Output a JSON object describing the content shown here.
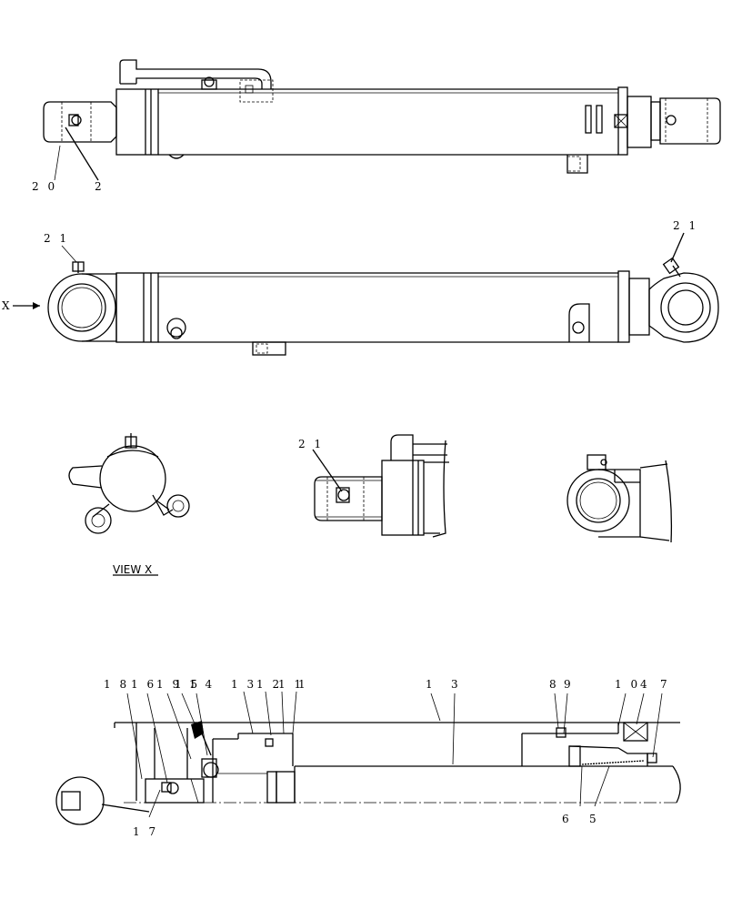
{
  "callouts": {
    "top_20": "2 0",
    "top_2": "2",
    "side_21_left": "2 1",
    "side_21_right": "2 1",
    "view_marker_x": "X",
    "detail_21": "2 1",
    "sec_18": "1 8",
    "sec_16": "1 6",
    "sec_19": "1 9",
    "sec_15": "1 5",
    "sec_14": "1 4",
    "sec_13": "1 3",
    "sec_12": "1 2",
    "sec_11": "1 1",
    "sec_1": "1",
    "sec_3": "3",
    "sec_8": "8",
    "sec_9": "9",
    "sec_10": "1 0",
    "sec_4": "4",
    "sec_7": "7",
    "sec_6": "6",
    "sec_5": "5",
    "sec_17": "1 7"
  },
  "view_label": "VIEW X"
}
